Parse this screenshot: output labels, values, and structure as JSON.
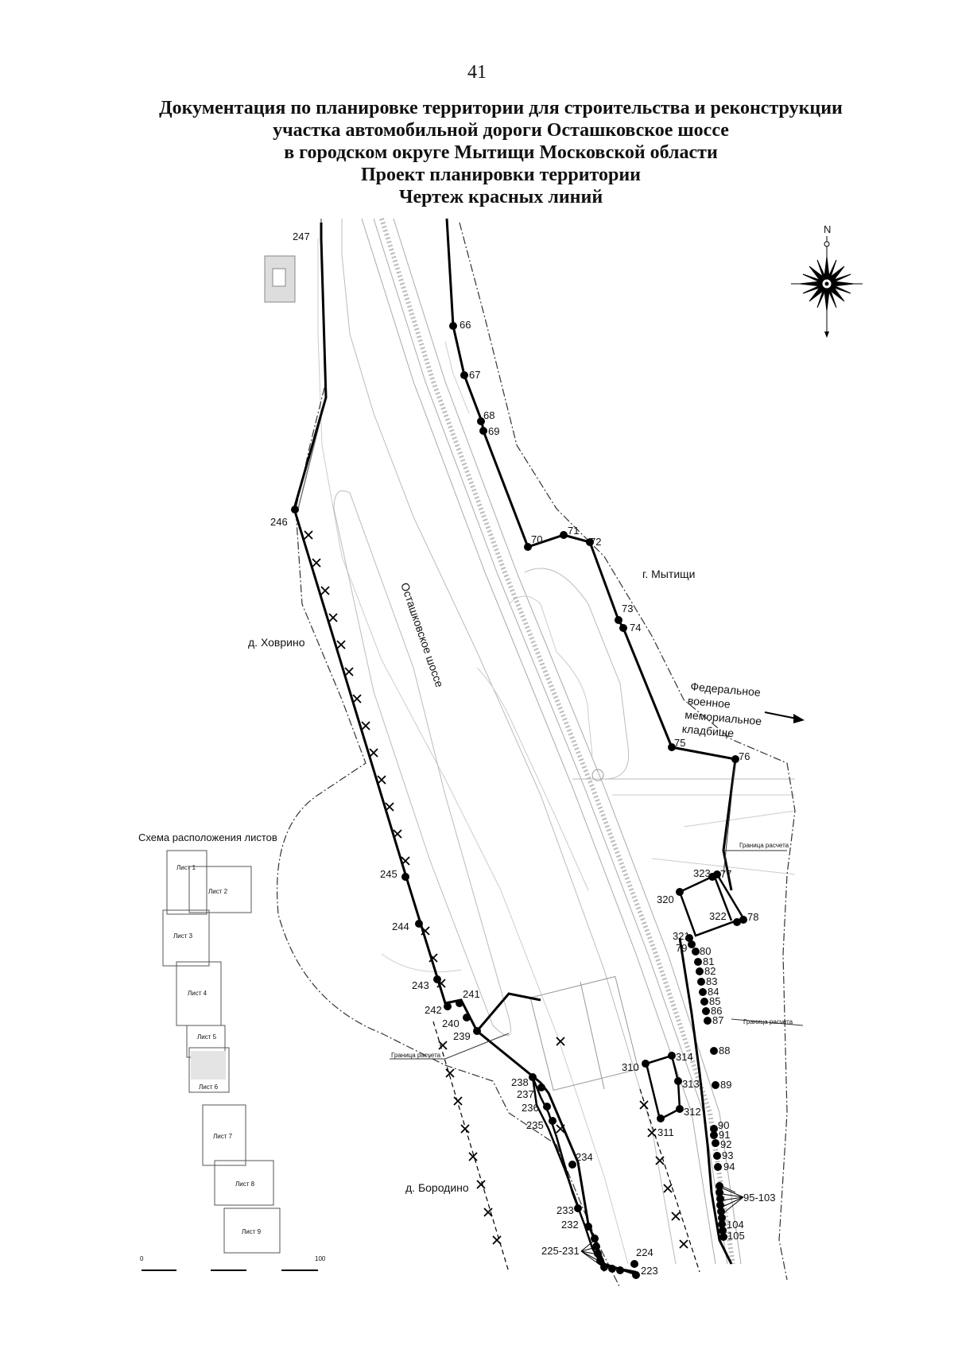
{
  "page_number": "41",
  "title_lines": [
    "Документация по планировке территории для строительства и реконструкции",
    "участка автомобильной дороги Осташковское шоссе",
    "в городском округе Мытищи Московской области",
    "Проект планировки территории",
    "Чертеж красных линий"
  ],
  "place_labels": {
    "mytishchi": "г. Мытищи",
    "khovrino": "д. Ховрино",
    "borodino": "д. Бородино",
    "road": "Осташковское шоссе",
    "cemetery_1": "Федеральное",
    "cemetery_2": "военное",
    "cemetery_3": "мемориальное",
    "cemetery_4": "кладбище",
    "calc_border_1": "Граница расчета",
    "calc_border_2": "Граница расчета",
    "calc_border_3": "Граница расчета"
  },
  "compass": {
    "north": "N"
  },
  "inset": {
    "title": "Схема расположения листов",
    "sheets": [
      "Лист 1",
      "Лист 2",
      "Лист 3",
      "Лист 4",
      "Лист 5",
      "Лист 6",
      "Лист 7",
      "Лист 8",
      "Лист 9"
    ]
  },
  "scale_bar": {
    "start": "0",
    "end": "100"
  },
  "points": {
    "p247": "247",
    "p66": "66",
    "p67": "67",
    "p68": "68",
    "p69": "69",
    "p70": "70",
    "p71": "71",
    "p72": "72",
    "p73": "73",
    "p74": "74",
    "p75": "75",
    "p76": "76",
    "p77": "77",
    "p78": "78",
    "p79": "79",
    "p80": "80",
    "p81": "81",
    "p82": "82",
    "p83": "83",
    "p84": "84",
    "p85": "85",
    "p86": "86",
    "p87": "87",
    "p88": "88",
    "p89": "89",
    "p90": "90",
    "p91": "91",
    "p92": "92",
    "p93": "93",
    "p94": "94",
    "p95_103": "95-103",
    "p104": "104",
    "p105": "105",
    "p246": "246",
    "p245": "245",
    "p244": "244",
    "p243": "243",
    "p242": "242",
    "p241": "241",
    "p240": "240",
    "p239": "239",
    "p238": "238",
    "p237": "237",
    "p236": "236",
    "p235": "235",
    "p234": "234",
    "p233": "233",
    "p232": "232",
    "p225_231": "225-231",
    "p224": "224",
    "p223": "223",
    "p310": "310",
    "p311": "311",
    "p312": "312",
    "p313": "313",
    "p314": "314",
    "p320": "320",
    "p321": "321",
    "p322": "322",
    "p323": "323"
  }
}
